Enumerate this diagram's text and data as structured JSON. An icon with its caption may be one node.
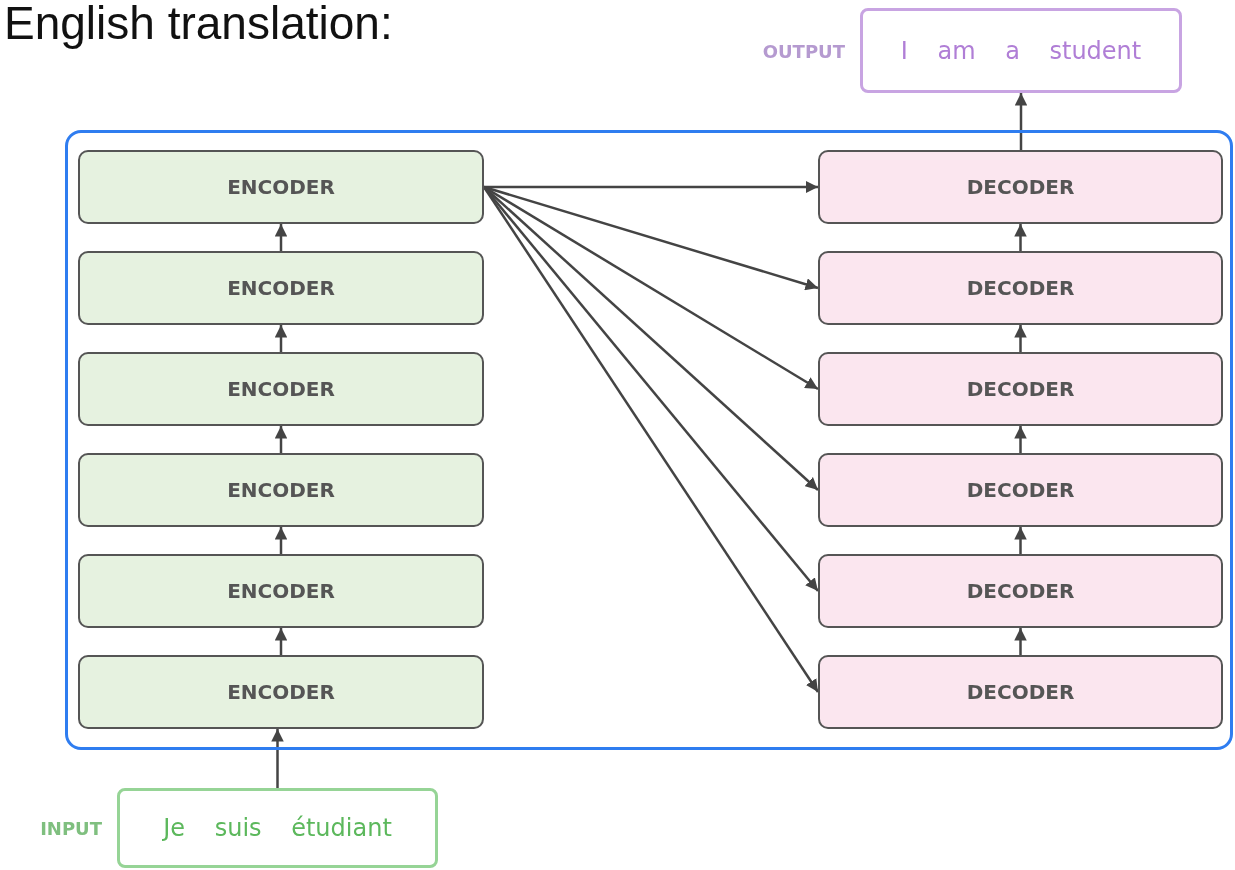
{
  "diagram": {
    "nodes": [
      {
        "text": [
          "I am a student"
        ],
        "beside": [
          "OUTPUT"
        ]
      },
      {
        "text": [],
        "shape": "box"
      },
      {
        "text": [
          "ENCODER"
        ],
        "in": 1
      },
      {
        "text": [
          "ENCODER"
        ],
        "in": 1
      },
      {
        "text": [
          "ENCODER"
        ],
        "in": 1
      },
      {
        "text": [
          "ENCODER"
        ],
        "in": 1
      },
      {
        "text": [
          "ENCODER"
        ],
        "in": 1
      },
      {
        "text": [
          "ENCODER"
        ],
        "in": 1
      },
      {
        "text": [
          "DECODER"
        ],
        "in": 1
      },
      {
        "text": [
          "DECODER"
        ],
        "in": 1
      },
      {
        "text": [
          "DECODER"
        ],
        "in": 1
      },
      {
        "text": [
          "DECODER"
        ],
        "in": 1
      },
      {
        "text": [
          "DECODER"
        ],
        "in": 1
      },
      {
        "text": [
          "DECODER"
        ],
        "in": 1
      },
      {
        "text": [
          "Je suis étudiant"
        ],
        "beside": [
          "INPUT"
        ]
      }
    ],
    "edges": [
      {
        "from": 14,
        "to": 7,
        "arrow": "to"
      },
      {
        "from": 7,
        "to": 6,
        "arrow": "to"
      },
      {
        "from": 6,
        "to": 5,
        "arrow": "to"
      },
      {
        "from": 5,
        "to": 4,
        "arrow": "to"
      },
      {
        "from": 4,
        "to": 3,
        "arrow": "to"
      },
      {
        "from": 3,
        "to": 2,
        "arrow": "to"
      },
      {
        "from": 2,
        "to": 8,
        "arrow": "to"
      },
      {
        "from": 2,
        "to": 9,
        "arrow": "to"
      },
      {
        "from": 2,
        "to": 10,
        "arrow": "to"
      },
      {
        "from": 2,
        "to": 11,
        "arrow": "to"
      },
      {
        "from": 2,
        "to": 12,
        "arrow": "to"
      },
      {
        "from": 2,
        "to": 13,
        "arrow": "to"
      },
      {
        "from": 13,
        "to": 12,
        "arrow": "to"
      },
      {
        "from": 12,
        "to": 11,
        "arrow": "to"
      },
      {
        "from": 11,
        "to": 10,
        "arrow": "to"
      },
      {
        "from": 10,
        "to": 9,
        "arrow": "to"
      },
      {
        "from": 9,
        "to": 8,
        "arrow": "to"
      },
      {
        "from": 8,
        "to": 0,
        "arrow": "to"
      }
    ],
    "labels": [
      "English translation:"
    ]
  }
}
